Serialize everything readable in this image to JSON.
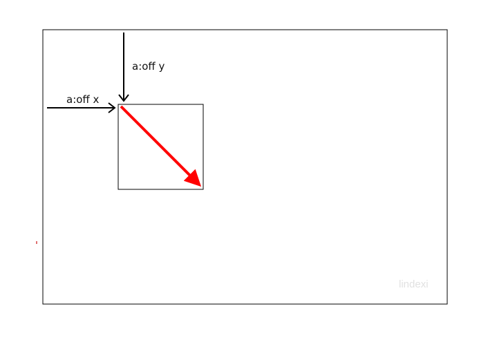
{
  "labels": {
    "off_y": "a:off y",
    "off_x": "a:off x"
  },
  "watermark": "lindexi",
  "colors": {
    "stroke": "#000000",
    "arrow": "#ff0000",
    "watermark": "#e1e1e1"
  }
}
